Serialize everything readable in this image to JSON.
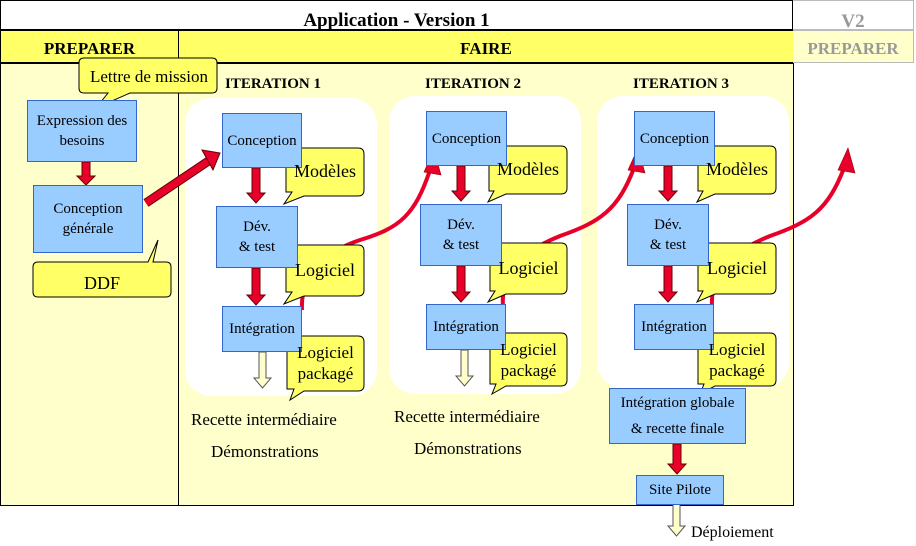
{
  "header": {
    "title": "Application - Version 1",
    "v2": "V2",
    "preparer": "PREPARER",
    "faire": "FAIRE",
    "preparer_next": "PREPARER"
  },
  "preparer_phase": {
    "lettre_de_mission": "Lettre de mission",
    "expression_line1": "Expression des",
    "expression_line2": "besoins",
    "conception_line1": "Conception",
    "conception_line2": "générale",
    "ddf": "DDF"
  },
  "iterations": [
    {
      "title": "ITERATION 1",
      "conception": "Conception",
      "dev_line1": "Dév.",
      "dev_line2": "& test",
      "integration": "Intégration",
      "modeles": "Modèles",
      "logiciel": "Logiciel",
      "logiciel_package_line1": "Logiciel",
      "logiciel_package_line2": "packagé",
      "recette": "Recette intermédiaire",
      "demonstrations": "Démonstrations"
    },
    {
      "title": "ITERATION 2",
      "conception": "Conception",
      "dev_line1": "Dév.",
      "dev_line2": "& test",
      "integration": "Intégration",
      "modeles": "Modèles",
      "logiciel": "Logiciel",
      "logiciel_package_line1": "Logiciel",
      "logiciel_package_line2": "packagé",
      "recette": "Recette intermédiaire",
      "demonstrations": "Démonstrations"
    },
    {
      "title": "ITERATION 3",
      "conception": "Conception",
      "dev_line1": "Dév.",
      "dev_line2": "& test",
      "integration": "Intégration",
      "modeles": "Modèles",
      "logiciel": "Logiciel",
      "logiciel_package_line1": "Logiciel",
      "logiciel_package_line2": "packagé",
      "integration_globale_line1": "Intégration globale",
      "integration_globale_line2": "& recette finale",
      "site_pilote": "Site Pilote",
      "deploiement": "Déploiement"
    }
  ],
  "colors": {
    "header_yellow": "#ffff66",
    "column_fill": "#ffffcc",
    "box_blue": "#99ccff",
    "box_border": "#3366cc",
    "callout_yellow": "#ffff66",
    "arrow_red": "#e8002a",
    "muted_gray": "#999999"
  }
}
